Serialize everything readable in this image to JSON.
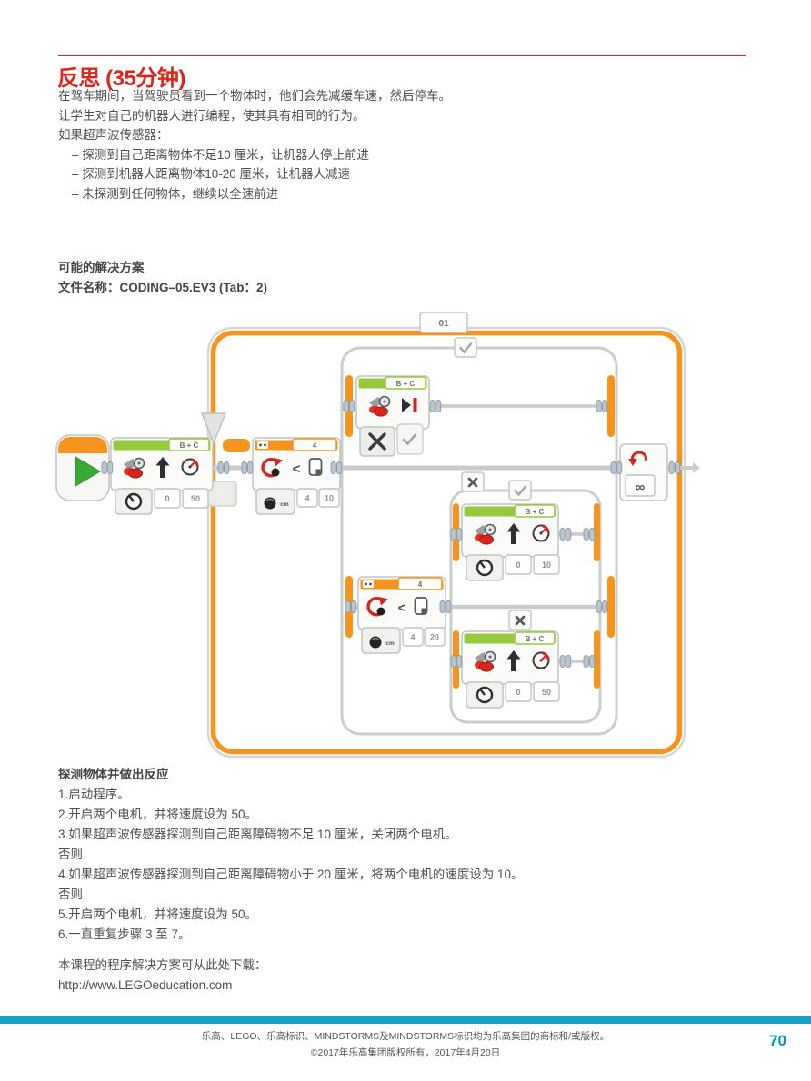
{
  "page": {
    "title": "反思 (35分钟)",
    "intro_lines": [
      "在驾车期间，当驾驶员看到一个物体时，他们会先减缓车速，然后停车。",
      "让学生对自己的机器人进行编程，使其具有相同的行为。",
      "如果超声波传感器："
    ],
    "bullets": [
      "– 探测到自己距离物体不足10 厘米，让机器人停止前进",
      "– 探测到机器人距离物体10-20 厘米，让机器人减速",
      "– 未探测到任何物体，继续以全速前进"
    ],
    "solution_heading": "可能的解决方案",
    "file_line": "文件名称：CODING–05.EV3 (Tab：2)",
    "steps_heading": "探测物体并做出反应",
    "steps": [
      "1.启动程序。",
      "2.开启两个电机，并将速度设为 50。",
      "3.如果超声波传感器探测到自己距离障碍物不足 10 厘米，关闭两个电机。",
      "否则",
      "4.如果超声波传感器探测到自己距离障碍物小于 20 厘米，将两个电机的速度设为 10。",
      "否则",
      "5.开启两个电机，并将速度设为 50。",
      "6.一直重复步骤 3 至 7。"
    ],
    "download_line": "本课程的程序解决方案可从此处下载：",
    "download_url": "http://www.LEGOeducation.com",
    "footer_line1": "乐高、LEGO、乐高标识、MINDSTORMS及MINDSTORMS标识均为乐高集团的商标和/或版权。",
    "footer_line2": "©2017年乐高集团版权所有，2017年4月20日",
    "page_number": "70"
  },
  "colors": {
    "accent_red": "#e2231a",
    "footer_bar_cyan": "#19a0c6",
    "page_number_cyan": "#0099c4",
    "ev3_green": "#97c93d",
    "ev3_orange": "#f7941e",
    "ev3_red": "#d8251c",
    "wire_gray": "#c9cbcc"
  },
  "diagram": {
    "loop_label": "01",
    "loop_count": "∞",
    "motor_ports": "B + C",
    "compare_symbol": "<",
    "mode_label": "cm",
    "blocks": {
      "move_forward_50": {
        "steering": "0",
        "speed": "50"
      },
      "stop": {},
      "switch_near": {
        "port": "4",
        "threshold": "10"
      },
      "switch_mid": {
        "port": "4",
        "threshold": "20"
      },
      "move_slow": {
        "steering": "0",
        "speed": "10"
      },
      "move_fast": {
        "steering": "0",
        "speed": "50"
      }
    }
  }
}
